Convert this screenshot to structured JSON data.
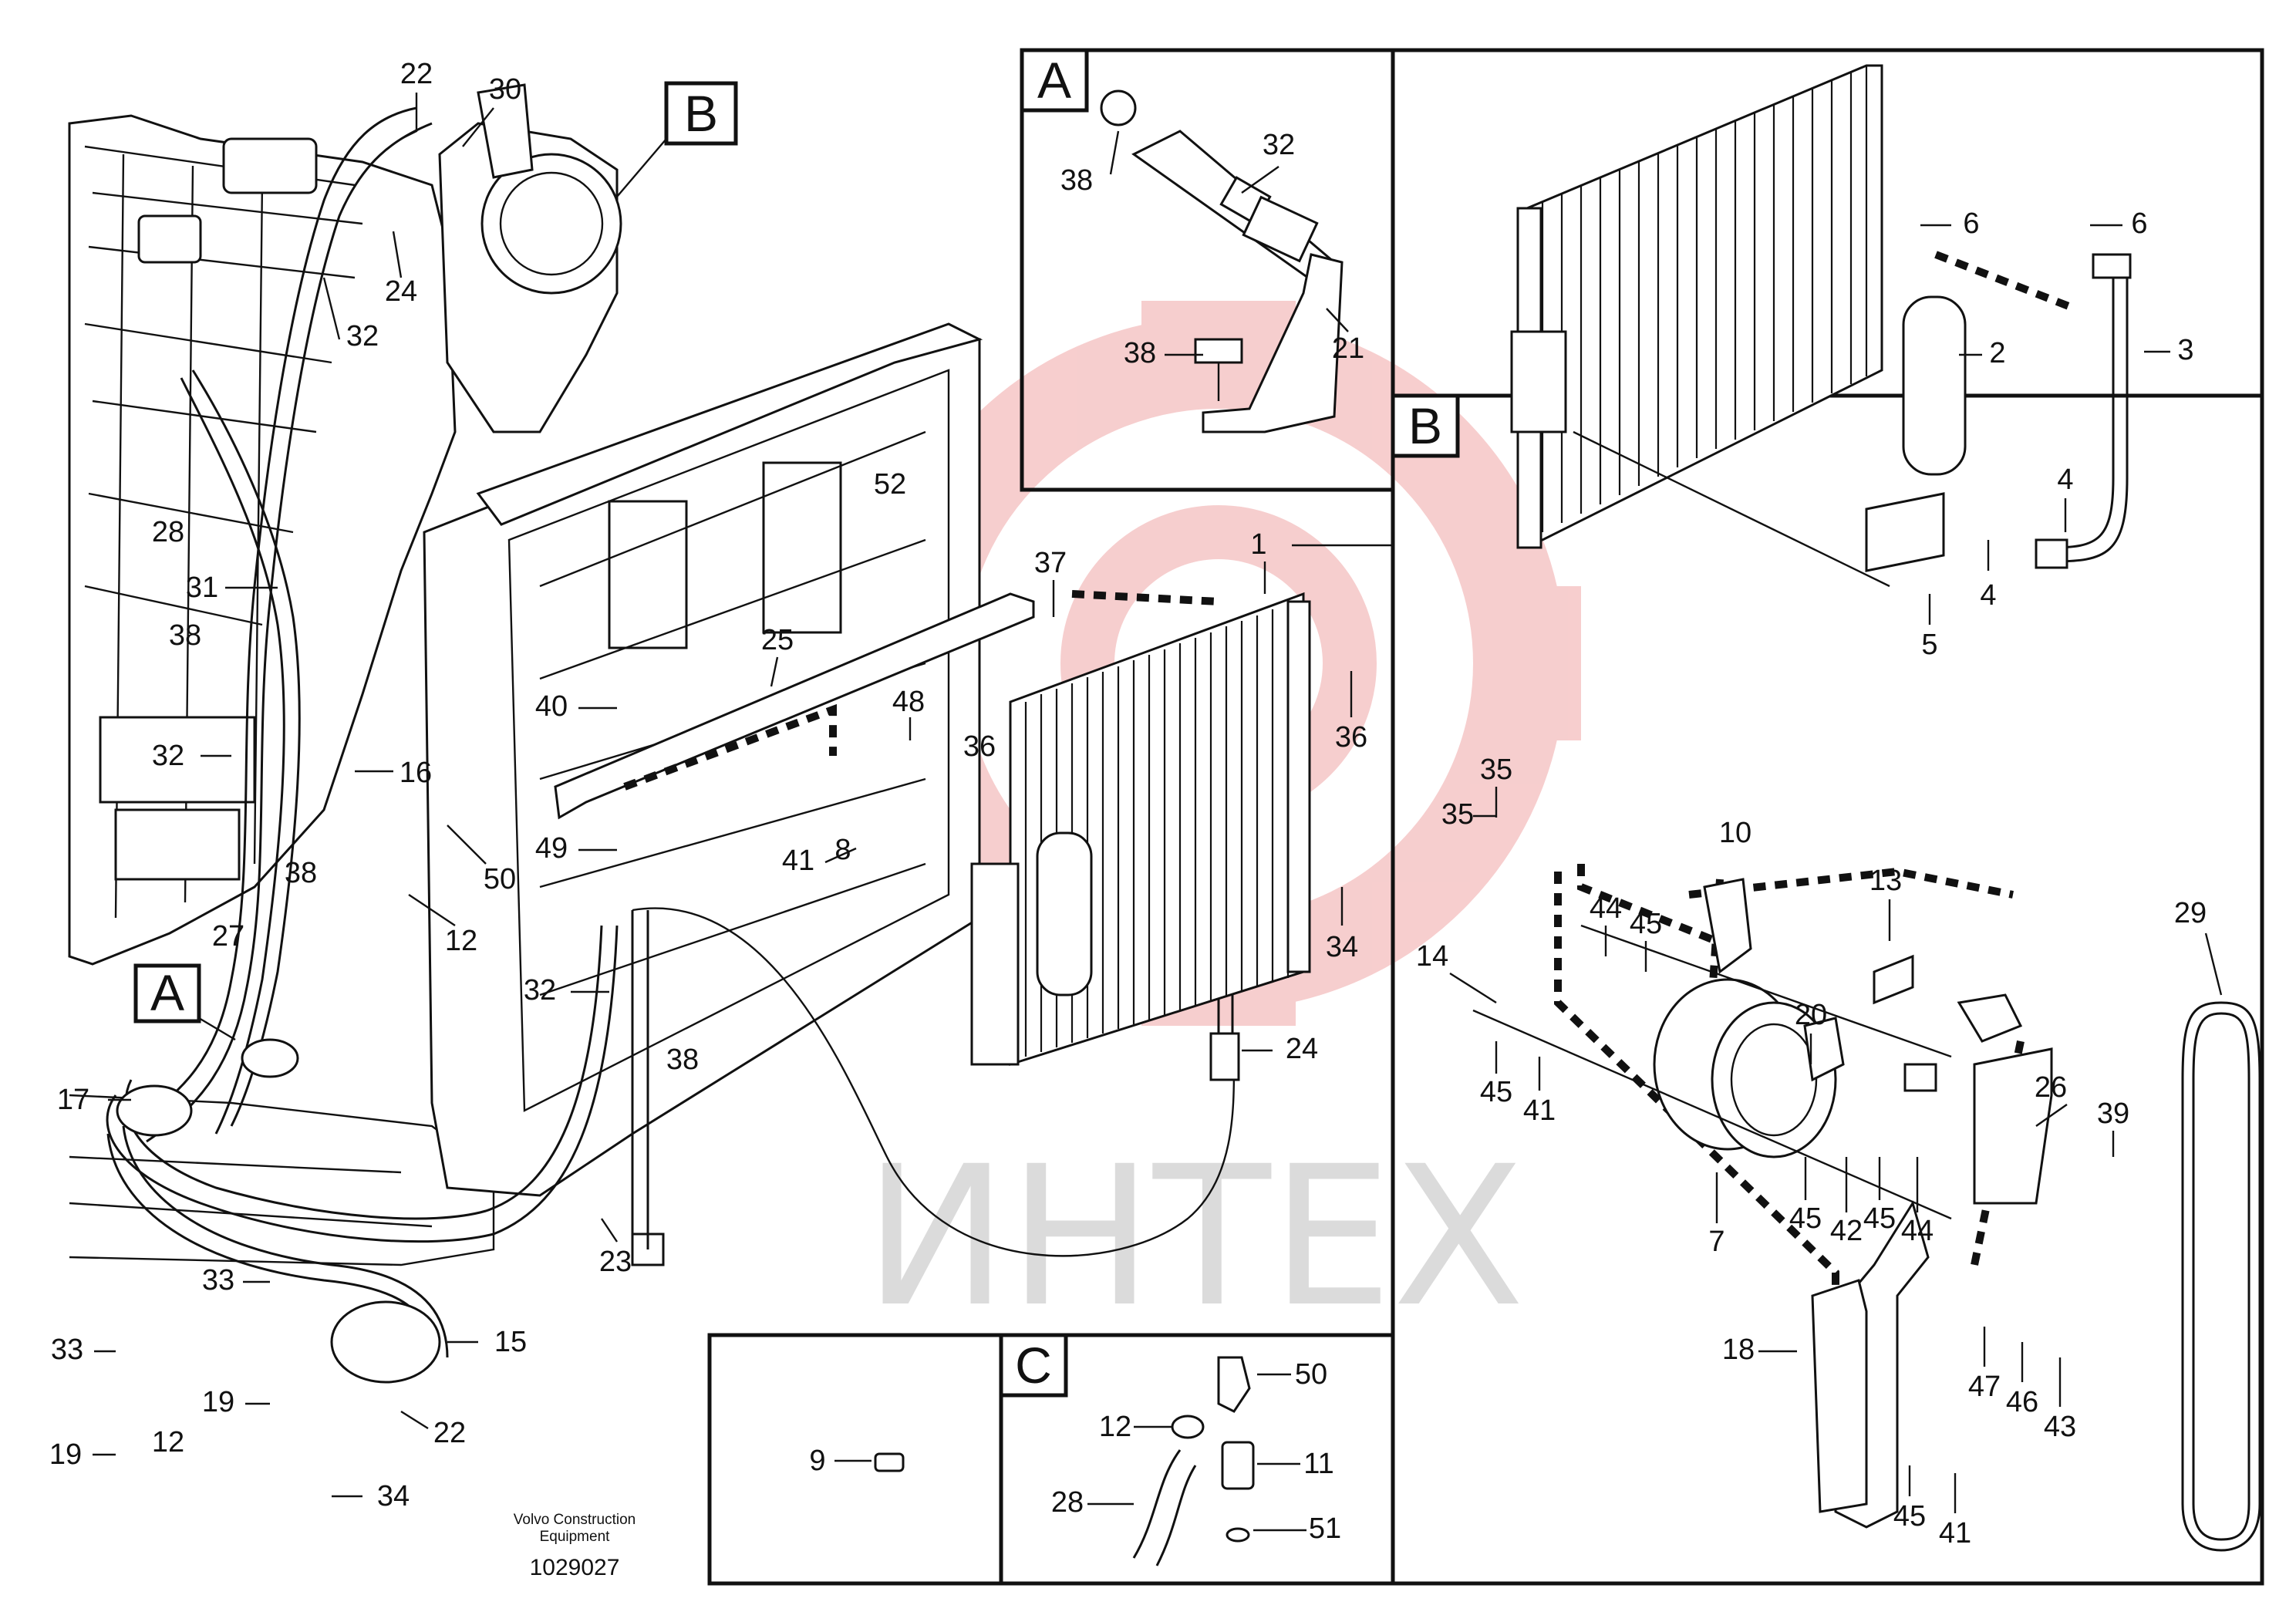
{
  "diagram": {
    "watermark": "ИНТЕХ",
    "footer": {
      "company_line1": "Volvo Construction",
      "company_line2": "Equipment",
      "document_number": "1029027"
    },
    "detail_views": {
      "A": "A",
      "B": "B",
      "C": "C"
    },
    "callouts": {
      "c1": "1",
      "c2": "2",
      "c3": "3",
      "c4a": "4",
      "c4b": "4",
      "c5": "5",
      "c6a": "6",
      "c6b": "6",
      "c7": "7",
      "c8": "8",
      "c9": "9",
      "c10": "10",
      "c11": "11",
      "c12a": "12",
      "c12b": "12",
      "c12c": "12",
      "c13": "13",
      "c14": "14",
      "c15": "15",
      "c16": "16",
      "c17": "17",
      "c18": "18",
      "c19a": "19",
      "c19b": "19",
      "c20": "20",
      "c21": "21",
      "c22a": "22",
      "c22b": "22",
      "c23": "23",
      "c24a": "24",
      "c24b": "24",
      "c25": "25",
      "c26": "26",
      "c27": "27",
      "c28a": "28",
      "c28b": "28",
      "c29": "29",
      "c30": "30",
      "c31": "31",
      "c32a": "32",
      "c32b": "32",
      "c32c": "32",
      "c32d": "32",
      "c33a": "33",
      "c33b": "33",
      "c34a": "34",
      "c34b": "34",
      "c35a": "35",
      "c35b": "35",
      "c36a": "36",
      "c36b": "36",
      "c37": "37",
      "c38a": "38",
      "c38b": "38",
      "c38c": "38",
      "c38d": "38",
      "c38e": "38",
      "c39": "39",
      "c40": "40",
      "c41a": "41",
      "c41b": "41",
      "c41c": "41",
      "c42": "42",
      "c43": "43",
      "c44a": "44",
      "c44b": "44",
      "c45a": "45",
      "c45b": "45",
      "c45c": "45",
      "c45d": "45",
      "c46": "46",
      "c47": "47",
      "c48": "48",
      "c49": "49",
      "c50a": "50",
      "c50b": "50",
      "c51": "51",
      "c52": "52"
    }
  }
}
